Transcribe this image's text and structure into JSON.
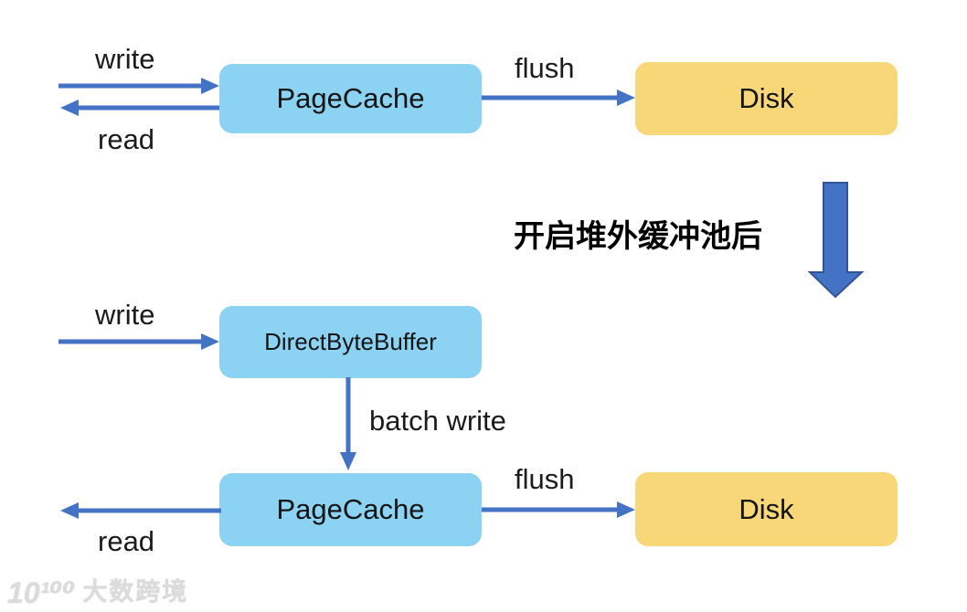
{
  "diagram": {
    "before": {
      "write_label": "write",
      "read_label": "read",
      "pagecache_label": "PageCache",
      "flush_label": "flush",
      "disk_label": "Disk"
    },
    "transition_caption": "开启堆外缓冲池后",
    "after": {
      "write_label": "write",
      "buffer_label": "DirectByteBuffer",
      "batch_write_label": "batch write",
      "pagecache_label": "PageCache",
      "flush_label": "flush",
      "disk_label": "Disk",
      "read_label": "read"
    },
    "colors": {
      "cache_box_fill": "#8CD2F2",
      "disk_box_fill": "#F8D778",
      "arrow_blue": "#4472C4",
      "block_arrow_border": "#2F5597",
      "label_text": "#1b1b1b",
      "watermark_gray": "#DBDBDB"
    },
    "watermark": {
      "logo_text": "10¹⁰⁰",
      "brand_text": "大数跨境"
    }
  }
}
